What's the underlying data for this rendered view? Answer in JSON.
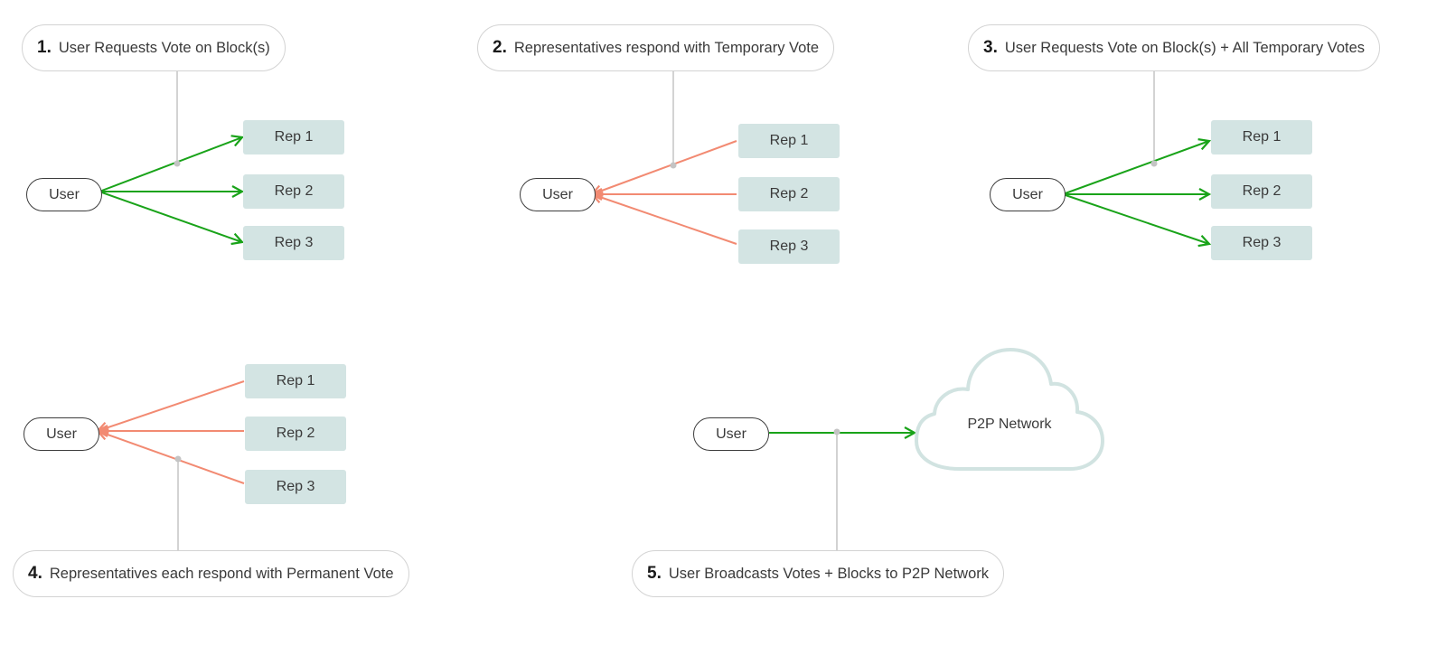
{
  "steps": [
    {
      "number": "1.",
      "text": "User Requests Vote on Block(s)"
    },
    {
      "number": "2.",
      "text": "Representatives respond with Temporary Vote"
    },
    {
      "number": "3.",
      "text": "User Requests Vote on Block(s) + All Temporary Votes"
    },
    {
      "number": "4.",
      "text": "Representatives each respond with Permanent Vote"
    },
    {
      "number": "5.",
      "text": "User Broadcasts Votes + Blocks to P2P Network"
    }
  ],
  "nodes": {
    "user": "User",
    "reps": [
      "Rep 1",
      "Rep 2",
      "Rep 3"
    ],
    "network": "P2P Network"
  },
  "colors": {
    "request_arrow": "#19a319",
    "response_arrow": "#f28a72",
    "connector": "#c4c4c4",
    "rep_fill": "#d3e4e3",
    "cloud_stroke": "#d1e3e1"
  }
}
